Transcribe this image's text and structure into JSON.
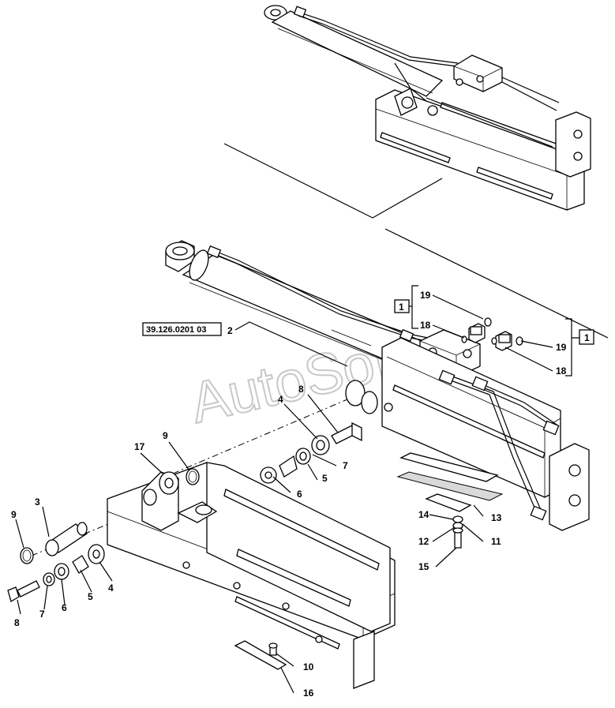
{
  "reference_box": "39.126.0201 03",
  "watermark": "AutoSoft",
  "kit_label": "1",
  "callouts": {
    "c2": "2",
    "c3": "3",
    "c4a": "4",
    "c4b": "4",
    "c5a": "5",
    "c5b": "5",
    "c6a": "6",
    "c6b": "6",
    "c7a": "7",
    "c7b": "7",
    "c8a": "8",
    "c8b": "8",
    "c9a": "9",
    "c9b": "9",
    "c10": "10",
    "c11": "11",
    "c12": "12",
    "c13": "13",
    "c14": "14",
    "c15": "15",
    "c16": "16",
    "c17": "17",
    "c18a": "18",
    "c18b": "18",
    "c19a": "19",
    "c19b": "19"
  }
}
